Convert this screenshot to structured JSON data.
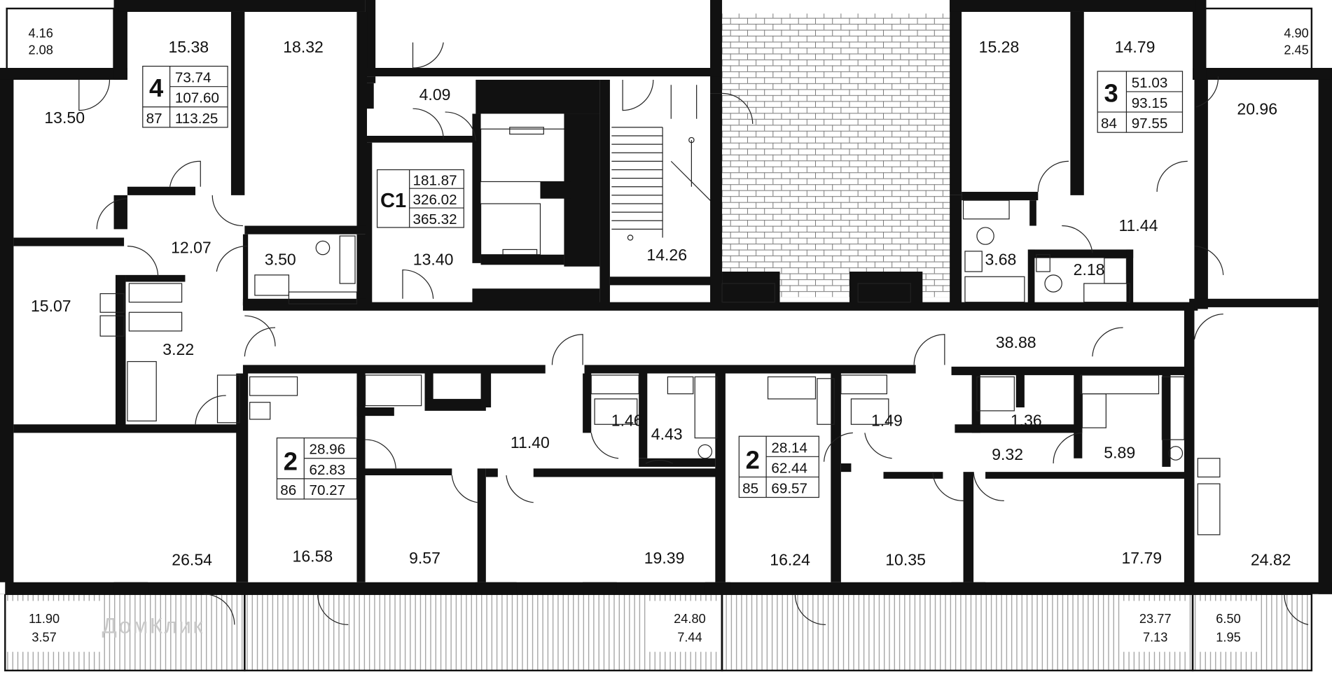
{
  "watermark": "ДомКлик",
  "rooms": {
    "r1": "15.38",
    "r2": "18.32",
    "r3": "13.50",
    "r4": "4.09",
    "r5": "12.07",
    "r6": "3.50",
    "r7": "13.40",
    "r8": "14.26",
    "r9": "15.07",
    "r10": "3.22",
    "r11": "15.28",
    "r12": "14.79",
    "r13": "20.96",
    "r14": "11.44",
    "r15": "3.68",
    "r16": "2.18",
    "r17": "38.88",
    "r18": "11.40",
    "r19": "1.46",
    "r20": "4.43",
    "r21": "1.49",
    "r22": "1.36",
    "r23": "9.32",
    "r24": "5.89",
    "r25": "26.54",
    "r26": "16.58",
    "r27": "9.57",
    "r28": "19.39",
    "r29": "16.24",
    "r30": "10.35",
    "r31": "17.79",
    "r32": "24.82"
  },
  "balconies": [
    {
      "total": "4.16",
      "reduced": "2.08"
    },
    {
      "total": "4.90",
      "reduced": "2.45"
    },
    {
      "total": "11.90",
      "reduced": "3.57"
    },
    {
      "total": "24.80",
      "reduced": "7.44"
    },
    {
      "total": "23.77",
      "reduced": "7.13"
    },
    {
      "total": "6.50",
      "reduced": "1.95"
    }
  ],
  "units": [
    {
      "rooms": "4",
      "number": "87",
      "living": "73.74",
      "total": "107.60",
      "total_with_balcony": "113.25"
    },
    {
      "rooms": "3",
      "number": "84",
      "living": "51.03",
      "total": "93.15",
      "total_with_balcony": "97.55"
    },
    {
      "rooms": "C1",
      "number": "",
      "living": "181.87",
      "total": "326.02",
      "total_with_balcony": "365.32"
    },
    {
      "rooms": "2",
      "number": "86",
      "living": "28.96",
      "total": "62.83",
      "total_with_balcony": "70.27"
    },
    {
      "rooms": "2",
      "number": "85",
      "living": "28.14",
      "total": "62.44",
      "total_with_balcony": "69.57"
    }
  ]
}
